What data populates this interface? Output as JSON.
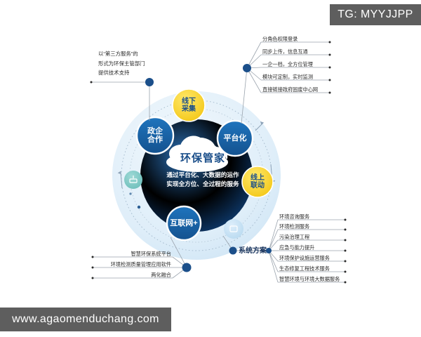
{
  "watermarks": {
    "tag": "TG: MYYJJPP",
    "url": "www.agaomenduchang.com"
  },
  "diagram": {
    "center": {
      "title": "环保管家",
      "desc_line1": "通过平台化、大数据的运作",
      "desc_line2": "实现全方位、全过程的服务"
    },
    "nodes": [
      {
        "id": "zhengqi",
        "line1": "政企",
        "line2": "合作",
        "style": "blue"
      },
      {
        "id": "pingtai",
        "line1": "平台化",
        "line2": "",
        "style": "blue"
      },
      {
        "id": "hulianwang",
        "line1": "互联网+",
        "line2": "",
        "style": "blue"
      },
      {
        "id": "xianxia",
        "line1": "线下",
        "line2": "采集",
        "style": "yellow"
      },
      {
        "id": "xianshang",
        "line1": "线上",
        "line2": "联动",
        "style": "yellow"
      }
    ]
  },
  "callouts": {
    "top_left_paragraph": {
      "line1": "以“第三方服务”的",
      "line2": "形式为环保主管部门",
      "line3": "提供技术支持"
    },
    "top_right_list": [
      "分角色权限登录",
      "同步上传，信息互通",
      "一企一档，全方位管理",
      "模块可定制，实时监测",
      "直接链接政府固废中心网"
    ],
    "bottom_left_list": [
      "智慧环保系统平台",
      "环境检测质量管理应用软件",
      "两化融合"
    ],
    "bottom_right_label": "系统方案",
    "bottom_right_list": [
      "环境咨询服务",
      "环境检测服务",
      "污染治理工程",
      "应急与能力提升",
      "环境保护设施运营服务",
      "生态修复工程技术服务",
      "智慧环境与环境大数据服务"
    ]
  },
  "colors": {
    "background": "#ffffff",
    "outer_disc": "#e3eff9",
    "inner_disc": "#15518f",
    "node_blue": "#1766ad",
    "node_yellow": "#f7ce26",
    "accent_dot": "#1b4f8a",
    "teal_circle": "#7ec9c6",
    "pale_circle": "#c9e2f4",
    "watermark_bg": "#5e5e5e",
    "connector_line": "#9aa3ad",
    "text_dark": "#2b2b2b"
  }
}
